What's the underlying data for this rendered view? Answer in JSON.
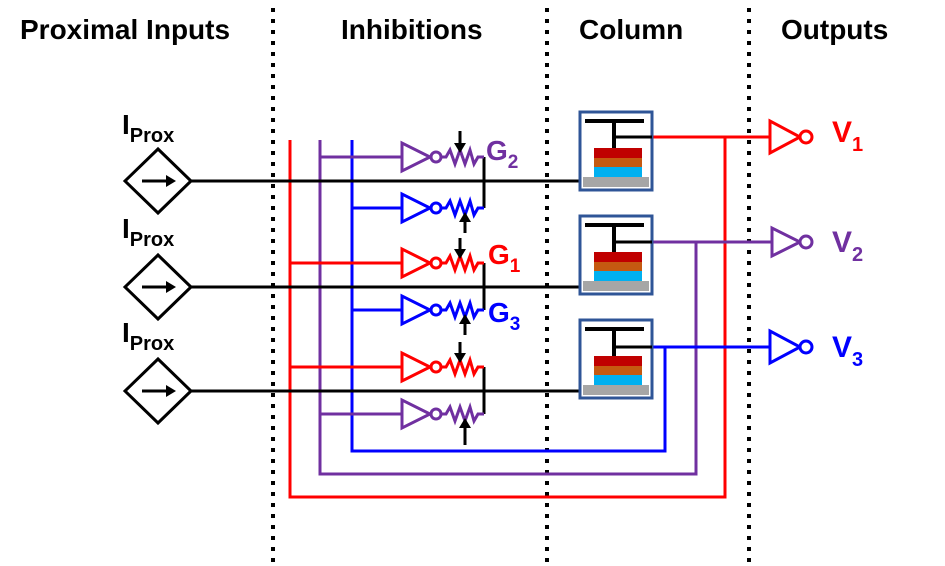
{
  "headers": {
    "proximal_inputs": "Proximal Inputs",
    "inhibitions": "Inhibitions",
    "column": "Column",
    "outputs": "Outputs"
  },
  "inputs": [
    {
      "main": "I",
      "sub": "Prox"
    },
    {
      "main": "I",
      "sub": "Prox"
    },
    {
      "main": "I",
      "sub": "Prox"
    }
  ],
  "conductances": [
    {
      "main": "G",
      "sub": "2",
      "color": "#7030a0"
    },
    {
      "main": "G",
      "sub": "1",
      "color": "#ff0000"
    },
    {
      "main": "G",
      "sub": "3",
      "color": "#0000ff"
    }
  ],
  "outputs": [
    {
      "main": "V",
      "sub": "1",
      "color": "#ff0000"
    },
    {
      "main": "V",
      "sub": "2",
      "color": "#7030a0"
    },
    {
      "main": "V",
      "sub": "3",
      "color": "#0000ff"
    }
  ],
  "colors": {
    "red": "#ff0000",
    "purple": "#7030a0",
    "blue": "#0000ff",
    "device_border": "#2f5597",
    "layer_dark_red": "#c00000",
    "layer_orange": "#c55a11",
    "layer_cyan": "#00b0f0",
    "layer_gray": "#a6a6a6"
  },
  "icons": [
    "current-source-icon",
    "inverter-icon",
    "variable-resistor-icon",
    "memristor-device-icon"
  ]
}
